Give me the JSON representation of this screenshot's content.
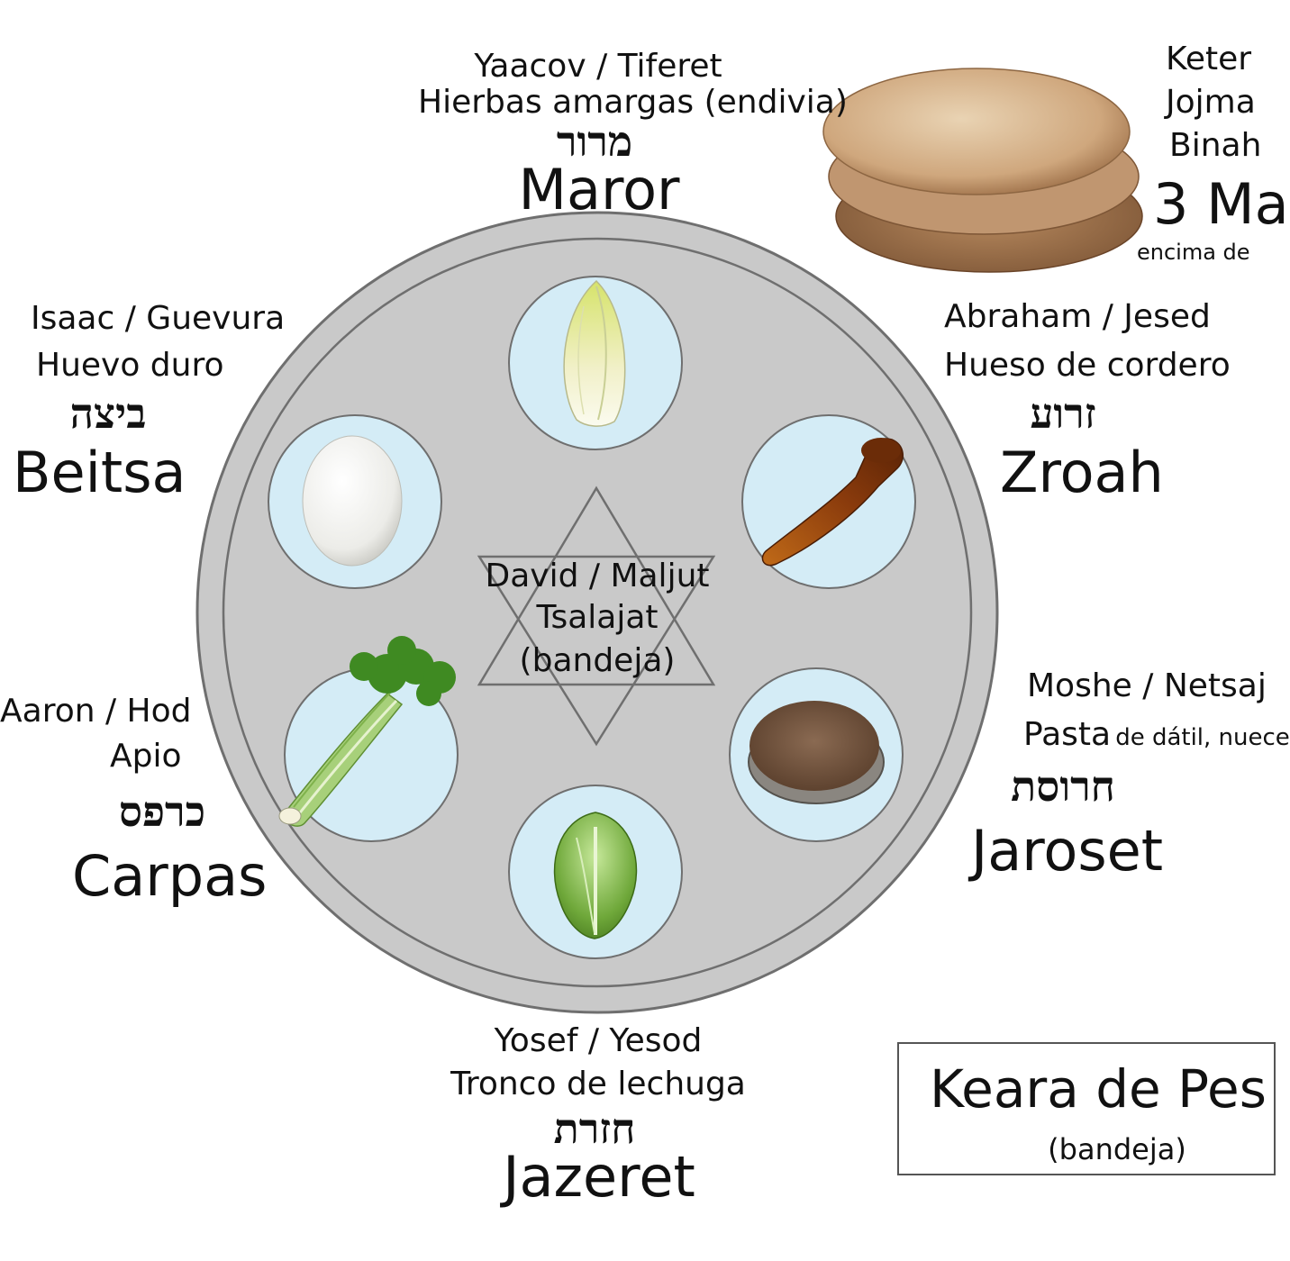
{
  "plate_colors": {
    "plate_fill": "#c9c9c9",
    "plate_edge": "#6f6f6f",
    "bowl_fill": "#d4ecf6"
  },
  "center": {
    "line1": "David / Maljut",
    "line2": "Tsalajat",
    "line3": "(bandeja)"
  },
  "maror": {
    "sefirah": "Yaacov / Tiferet",
    "spanish": "Hierbas amargas (endivia)",
    "hebrew": "מרור",
    "name": "Maror",
    "image": "endive-image"
  },
  "zroah": {
    "sefirah": "Abraham / Jesed",
    "spanish": "Hueso de cordero",
    "hebrew": "זרוע",
    "name": "Zroah",
    "image": "lamb-bone-image"
  },
  "beitsa": {
    "sefirah": "Isaac / Guevura",
    "spanish": "Huevo duro",
    "hebrew": "ביצה",
    "name": "Beitsa",
    "image": "egg-image"
  },
  "jaroset": {
    "sefirah": "Moshe / Netsaj",
    "spanish_main": "Pasta",
    "spanish_rest": "de dátil, nuece",
    "hebrew": "חרוסת",
    "name": "Jaroset",
    "image": "charoset-image"
  },
  "carpas": {
    "sefirah": "Aaron / Hod",
    "spanish": "Apio",
    "hebrew": "כרפס",
    "name": "Carpas",
    "image": "celery-image"
  },
  "jazeret": {
    "sefirah": "Yosef / Yesod",
    "spanish": "Tronco de lechuga",
    "hebrew": "חזרת",
    "name": "Jazeret",
    "image": "lettuce-image"
  },
  "matzot": {
    "line1": "Keter",
    "line2": "Jojma",
    "line3": "Binah",
    "name": "3 Ma",
    "note": "encima de",
    "image": "matzah-image"
  },
  "title_box": {
    "title": "Keara de Pes",
    "subtitle": "(bandeja)"
  }
}
